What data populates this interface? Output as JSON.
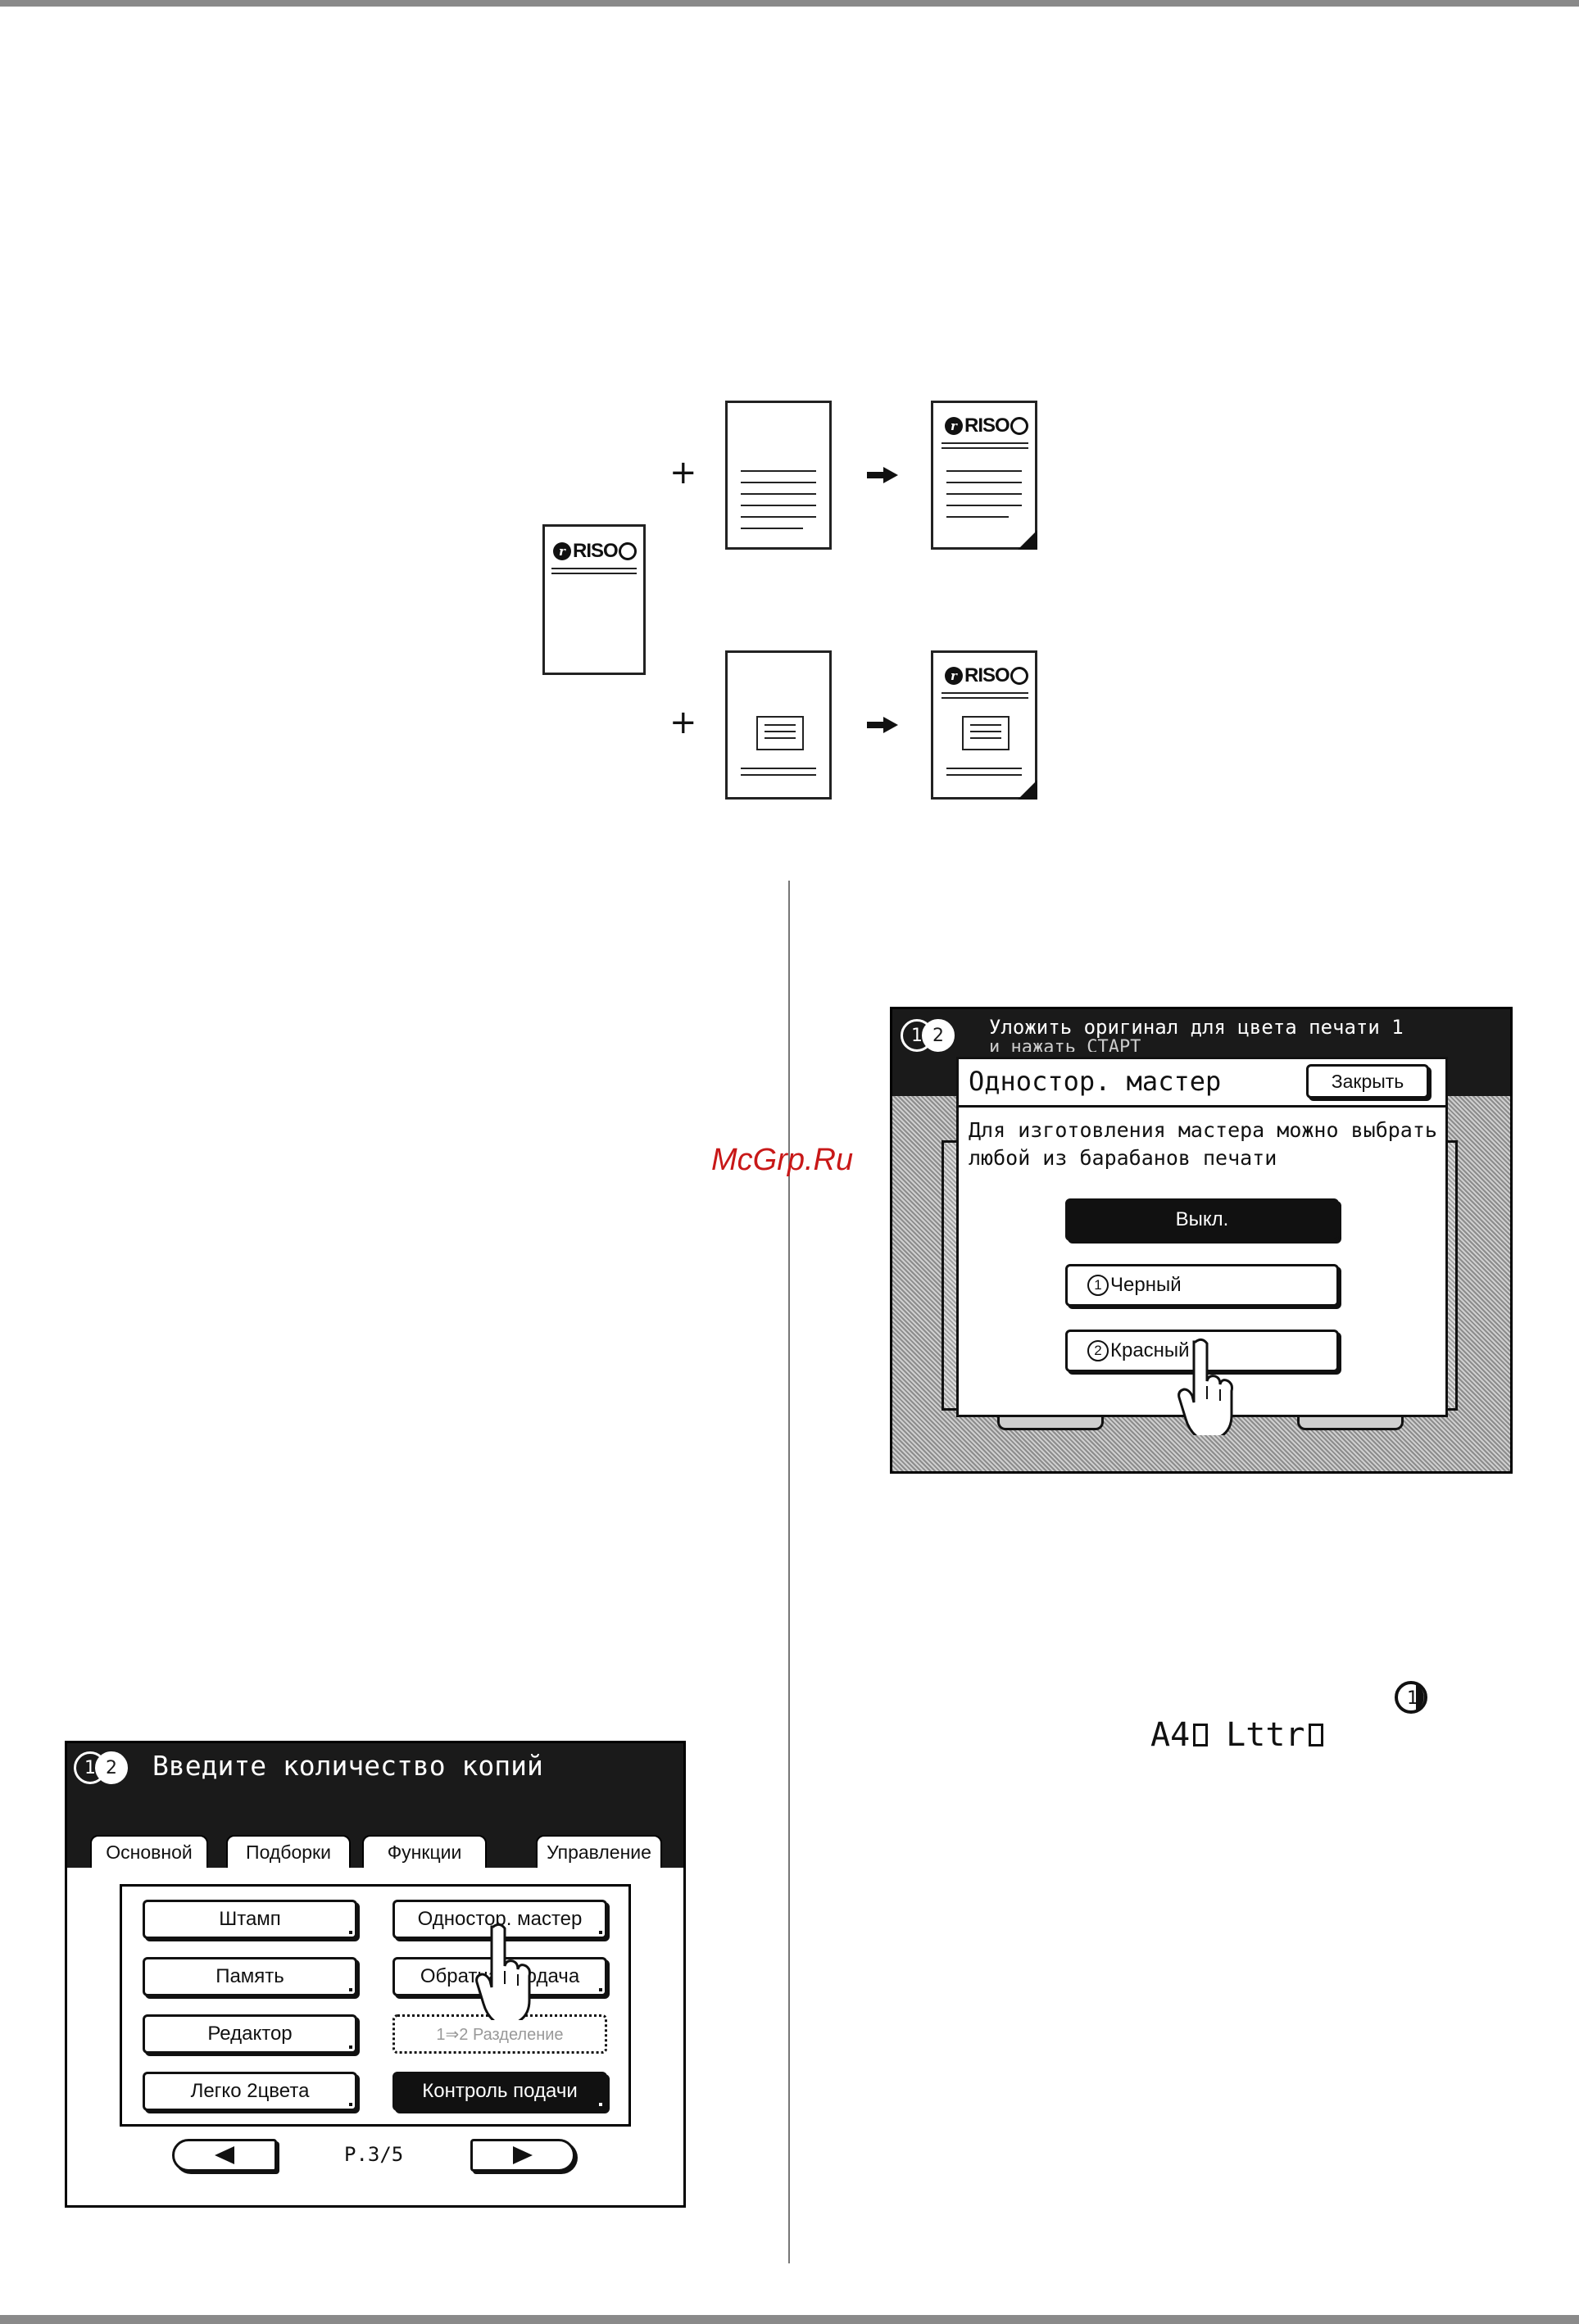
{
  "illustration": {
    "logo_text": "RISO",
    "logo_mark": "r",
    "plus_symbol": "+"
  },
  "left_panel": {
    "header": "Введите количество копий",
    "drum_labels": [
      "1",
      "2"
    ],
    "tabs": [
      {
        "label": "Основной"
      },
      {
        "label": "Подборки"
      },
      {
        "label": "Функции",
        "active": true
      },
      {
        "label": "Управление"
      }
    ],
    "buttons": [
      {
        "label": "Штамп"
      },
      {
        "label": "Одностор. мастер"
      },
      {
        "label": "Память"
      },
      {
        "label": "Обратная подача"
      },
      {
        "label": "Редактор"
      },
      {
        "label": "1⇒2 Разделение",
        "disabled": true
      },
      {
        "label": "Легко 2цвета"
      },
      {
        "label": "Контроль подачи",
        "dark": true
      }
    ],
    "page_indicator": "P.3/5",
    "prev_icon": "left-arrow-icon",
    "next_icon": "right-arrow-icon"
  },
  "right_panel": {
    "header_line1": "Уложить оригинал для цвета печати 1",
    "header_line2": "и нажать СТАРТ",
    "dialog": {
      "title": "Одностор. мастер",
      "close_label": "Закрыть",
      "message_line1": "Для изготовления мастера можно выбрать",
      "message_line2": "любой из барабанов печати",
      "options": [
        {
          "label": "Выкл.",
          "selected": true
        },
        {
          "label": "Черный",
          "num": "1"
        },
        {
          "label": "Красный",
          "num": "2"
        }
      ]
    }
  },
  "watermark": "McGrp.Ru",
  "paper_sizes": {
    "size1": "A4",
    "size2": "Lttr",
    "drum_icon": "drum-1-icon"
  },
  "colors": {
    "panel_bg": "#1a1a1a",
    "watermark": "#c81818",
    "rule": "#8a8a8a"
  }
}
